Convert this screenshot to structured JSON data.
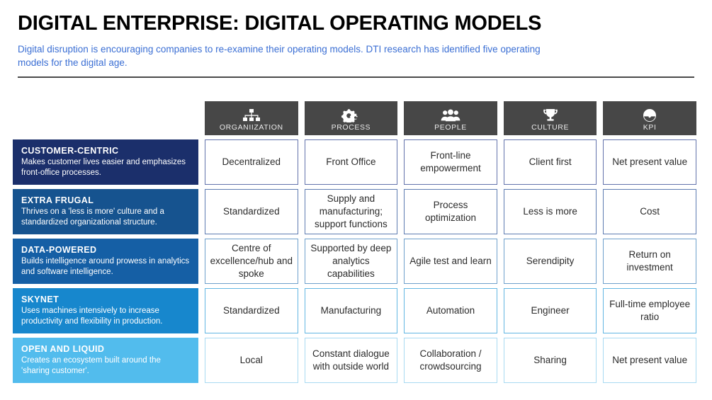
{
  "header": {
    "title": "DIGITAL ENTERPRISE: DIGITAL OPERATING MODELS",
    "subtitle": "Digital disruption is encouraging companies to re-examine their operating models. DTI research has identified five operating models for the digital age."
  },
  "columns": [
    {
      "label": "ORGANIIZATION",
      "icon": "org-chart-icon"
    },
    {
      "label": "PROCESS",
      "icon": "gears-icon"
    },
    {
      "label": "PEOPLE",
      "icon": "people-group-icon"
    },
    {
      "label": "CULTURE",
      "icon": "trophy-icon"
    },
    {
      "label": "KPI",
      "icon": "gauge-icon"
    }
  ],
  "rows": [
    {
      "title": "CUSTOMER-CENTRIC",
      "description": "Makes customer lives easier and emphasizes front-office processes.",
      "color": "#1b2f6b",
      "border": "#6272ab",
      "cells": [
        "Decentralized",
        "Front Office",
        "Front-line empowerment",
        "Client first",
        "Net present value"
      ]
    },
    {
      "title": "EXTRA FRUGAL",
      "description": "Thrives on a 'less is more' culture and a standardized organizational structure.",
      "color": "#16538f",
      "border": "#5d7bb1",
      "cells": [
        "Standardized",
        "Supply and manufacturing; support functions",
        "Process optimization",
        "Less is more",
        "Cost"
      ]
    },
    {
      "title": "DATA-POWERED",
      "description": "Builds intelligence around prowess in analytics and software intelligence.",
      "color": "#155fa5",
      "border": "#6ea0cc",
      "cells": [
        "Centre of excellence/hub and spoke",
        "Supported by deep analytics capabilities",
        "Agile test and learn",
        "Serendipity",
        "Return on investment"
      ]
    },
    {
      "title": "SKYNET",
      "description": "Uses machines intensively to increase productivity and flexibility in production.",
      "color": "#1787cd",
      "border": "#62b6e2",
      "cells": [
        "Standardized",
        "Manufacturing",
        "Automation",
        "Engineer",
        "Full-time employee ratio"
      ]
    },
    {
      "title": "OPEN AND LIQUID",
      "description": "Creates an ecosystem built around the 'sharing customer'.",
      "color": "#52bced",
      "border": "#a8daf2",
      "cells": [
        "Local",
        "Constant dialogue with outside world",
        "Collaboration / crowdsourcing",
        "Sharing",
        "Net present value"
      ]
    }
  ],
  "colors": {
    "header_text": "#000000",
    "subtitle_text": "#3b6fd4",
    "column_header_bg": "#474747",
    "rule": "#4a4a4a"
  }
}
